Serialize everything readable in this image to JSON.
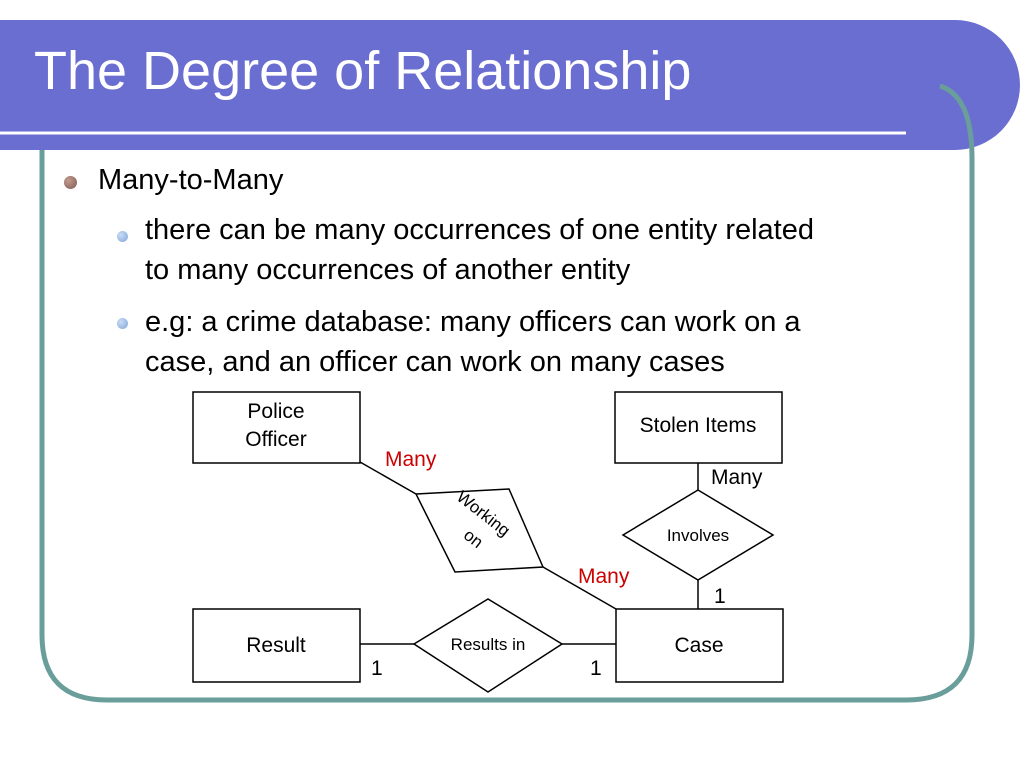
{
  "slide": {
    "title": "The Degree of Relationship",
    "bullet": "Many-to-Many",
    "subbullets": [
      {
        "lines": [
          "there can be many occurrences of one entity related",
          "to many occurrences of another entity"
        ]
      },
      {
        "lines": [
          "e.g: a crime database: many officers can work on a",
          "case, and an officer can work on many cases"
        ]
      }
    ]
  },
  "diagram": {
    "entities": {
      "police_officer": [
        "Police",
        "Officer"
      ],
      "stolen_items": "Stolen Items",
      "result": "Result",
      "case": "Case"
    },
    "relationships": {
      "working_on": [
        "Working",
        "on"
      ],
      "involves": "Involves",
      "results_in": "Results in"
    },
    "cardinalities": {
      "officer_working": "Many",
      "working_case": "Many",
      "stolen_involves": "Many",
      "involves_case": "1",
      "result_resultsin": "1",
      "resultsin_case": "1"
    }
  },
  "colors": {
    "title_bar": "#6a6ed0",
    "frame_border": "#6a9e9a",
    "cardinality_many": "#cc0000",
    "cardinality_default": "#000000"
  }
}
